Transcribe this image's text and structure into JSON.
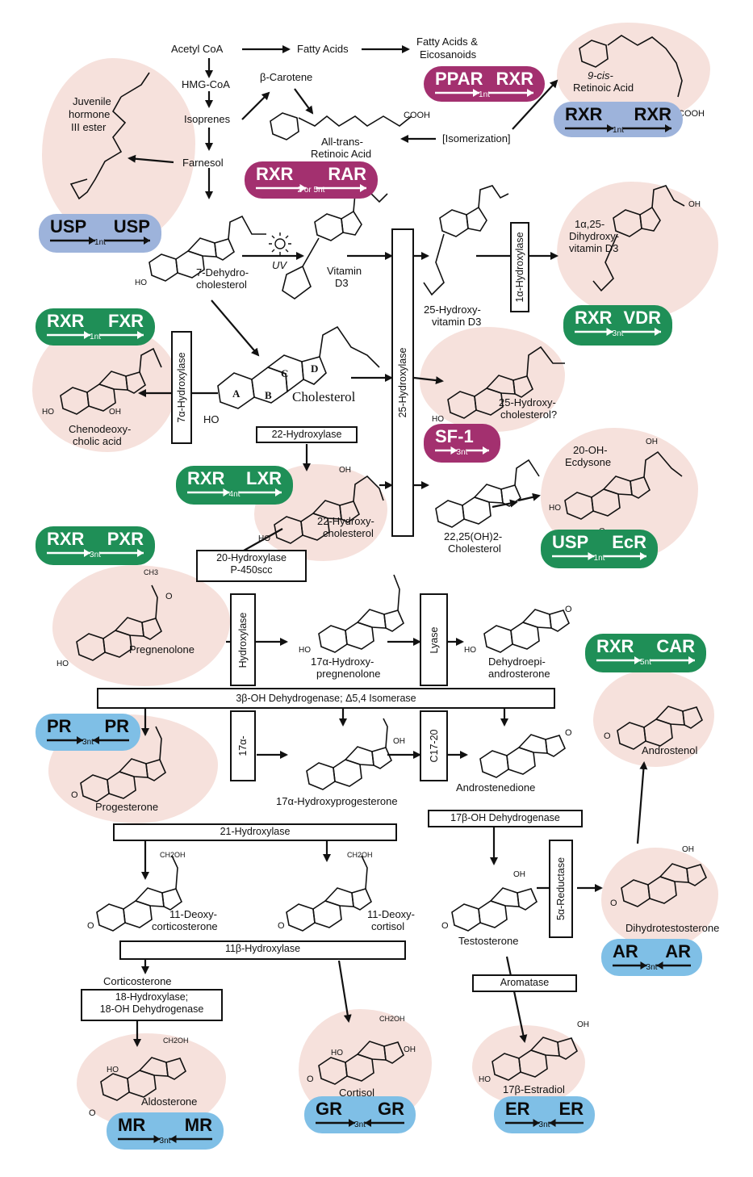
{
  "colors": {
    "blob": "#f6e1dc",
    "green": "#1f8f57",
    "magenta": "#a3306f",
    "blue": "#7fbfe6",
    "lavender": "#9db3db"
  },
  "compounds": {
    "acetyl_coa": "Acetyl CoA",
    "fatty_acids": "Fatty Acids",
    "fatty_acids_eico_1": "Fatty Acids &",
    "fatty_acids_eico_2": "Eicosanoids",
    "hmg_coa": "HMG-CoA",
    "beta_carotene": "β-Carotene",
    "isoprenes": "Isoprenes",
    "farnesol": "Farnesol",
    "juvenile_1": "Juvenile",
    "juvenile_2": "hormone",
    "juvenile_3": "III ester",
    "atra_1": "All-trans-",
    "atra_2": "Retinoic Acid",
    "cooh": "COOH",
    "isomerization": "[Isomerization]",
    "cis_ra_1": "9-cis-",
    "cis_ra_2": "Retinoic Acid",
    "dehydrochol_1": "7-Dehydro-",
    "dehydrochol_2": "cholesterol",
    "uv": "UV",
    "vitd3_1": "Vitamin",
    "vitd3_2": "D3",
    "hydroxyvitd3_1": "25-Hydroxy-",
    "hydroxyvitd3_2": "vitamin D3",
    "dihydroxyvitd3_1": "1α,25-",
    "dihydroxyvitd3_2": "Dihydroxy-",
    "dihydroxyvitd3_3": "vitamin D3",
    "cholesterol": "Cholesterol",
    "ring_a": "A",
    "ring_b": "B",
    "ring_c": "C",
    "ring_d": "D",
    "chenodeoxy_1": "Chenodeoxy-",
    "chenodeoxy_2": "cholic acid",
    "hydroxychol25_1": "25-Hydroxy-",
    "hydroxychol25_2": "cholesterol?",
    "hydroxychol22_1": "22-Hydroxy-",
    "hydroxychol22_2": "cholesterol",
    "dihydroxychol_1": "22,25(OH)2-",
    "dihydroxychol_2": "Cholesterol",
    "ecdysone_1": "20-OH-",
    "ecdysone_2": "Ecdysone",
    "pregnenolone": "Pregnenolone",
    "ohp_1": "17α-Hydroxy-",
    "ohp_2": "pregnenolone",
    "dhea_1": "Dehydroepi-",
    "dhea_2": "androsterone",
    "progesterone": "Progesterone",
    "ohprog": "17α-Hydroxyprogesterone",
    "androstenedione": "Androstenedione",
    "androstenol": "Androstenol",
    "doc_1": "11-Deoxy-",
    "doc_2": "corticosterone",
    "deoxycortisol_1": "11-Deoxy-",
    "deoxycortisol_2": "cortisol",
    "testosterone": "Testosterone",
    "dht": "Dihydrotestosterone",
    "corticosterone": "Corticosterone",
    "aldosterone": "Aldosterone",
    "cortisol": "Cortisol",
    "estradiol": "17β-Estradiol",
    "ho": "HO",
    "oh": "OH",
    "o": "O",
    "ch3": "CH3",
    "ch2oh": "CH2OH"
  },
  "enzymes": {
    "alpha1_hydroxylase": "1α-Hydroxylase",
    "hydroxylase25": "25-Hydroxylase",
    "hydroxylase7a": "7α-Hydroxylase",
    "hydroxylase22": "22-Hydroxylase",
    "hydroxylase20_1": "20-Hydroxylase",
    "hydroxylase20_2": "P-450scc",
    "hydroxylase17_a": "Hydroxylase",
    "hydroxylase17_b": "17α-",
    "lyase_a": "Lyase",
    "lyase_b": "C17-20",
    "dehydrogenase3b": "3β-OH Dehydrogenase; Δ5,4 Isomerase",
    "hydroxylase21": "21-Hydroxylase",
    "dehydrogenase17b": "17β-OH Dehydrogenase",
    "reductase5a": "5α-Reductase",
    "hydroxylase11b": "11β-Hydroxylase",
    "hydroxylase18_1": "18-Hydroxylase;",
    "hydroxylase18_2": "18-OH Dehydrogenase",
    "aromatase": "Aromatase"
  },
  "receptors": [
    {
      "a": "PPAR",
      "b": "RXR",
      "spacing": "1nt",
      "dir": "right",
      "color": "magenta"
    },
    {
      "a": "RXR",
      "b": "RXR",
      "spacing": "1nt",
      "dir": "right",
      "color": "lavender"
    },
    {
      "a": "RXR",
      "b": "RAR",
      "spacing": "2 or 5nt",
      "dir": "right",
      "color": "magenta"
    },
    {
      "a": "USP",
      "b": "USP",
      "spacing": "1nt",
      "dir": "right",
      "color": "lavender"
    },
    {
      "a": "RXR",
      "b": "FXR",
      "spacing": "1nt",
      "dir": "right",
      "color": "green"
    },
    {
      "a": "RXR",
      "b": "VDR",
      "spacing": "3nt",
      "dir": "right",
      "color": "green"
    },
    {
      "a": "SF-1",
      "b": "",
      "spacing": "3nt",
      "dir": "right",
      "color": "magenta"
    },
    {
      "a": "RXR",
      "b": "LXR",
      "spacing": "4nt",
      "dir": "right",
      "color": "green"
    },
    {
      "a": "RXR",
      "b": "PXR",
      "spacing": "3nt",
      "dir": "right",
      "color": "green"
    },
    {
      "a": "USP",
      "b": "EcR",
      "spacing": "1nt",
      "dir": "right",
      "color": "green"
    },
    {
      "a": "RXR",
      "b": "CAR",
      "spacing": "5nt",
      "dir": "right",
      "color": "green"
    },
    {
      "a": "PR",
      "b": "PR",
      "spacing": "3nt",
      "dir": "inverted",
      "color": "blue"
    },
    {
      "a": "AR",
      "b": "AR",
      "spacing": "3nt",
      "dir": "inverted",
      "color": "blue"
    },
    {
      "a": "MR",
      "b": "MR",
      "spacing": "3nt",
      "dir": "inverted",
      "color": "blue"
    },
    {
      "a": "GR",
      "b": "GR",
      "spacing": "3nt",
      "dir": "inverted",
      "color": "blue"
    },
    {
      "a": "ER",
      "b": "ER",
      "spacing": "3nt",
      "dir": "inverted",
      "color": "blue"
    }
  ]
}
